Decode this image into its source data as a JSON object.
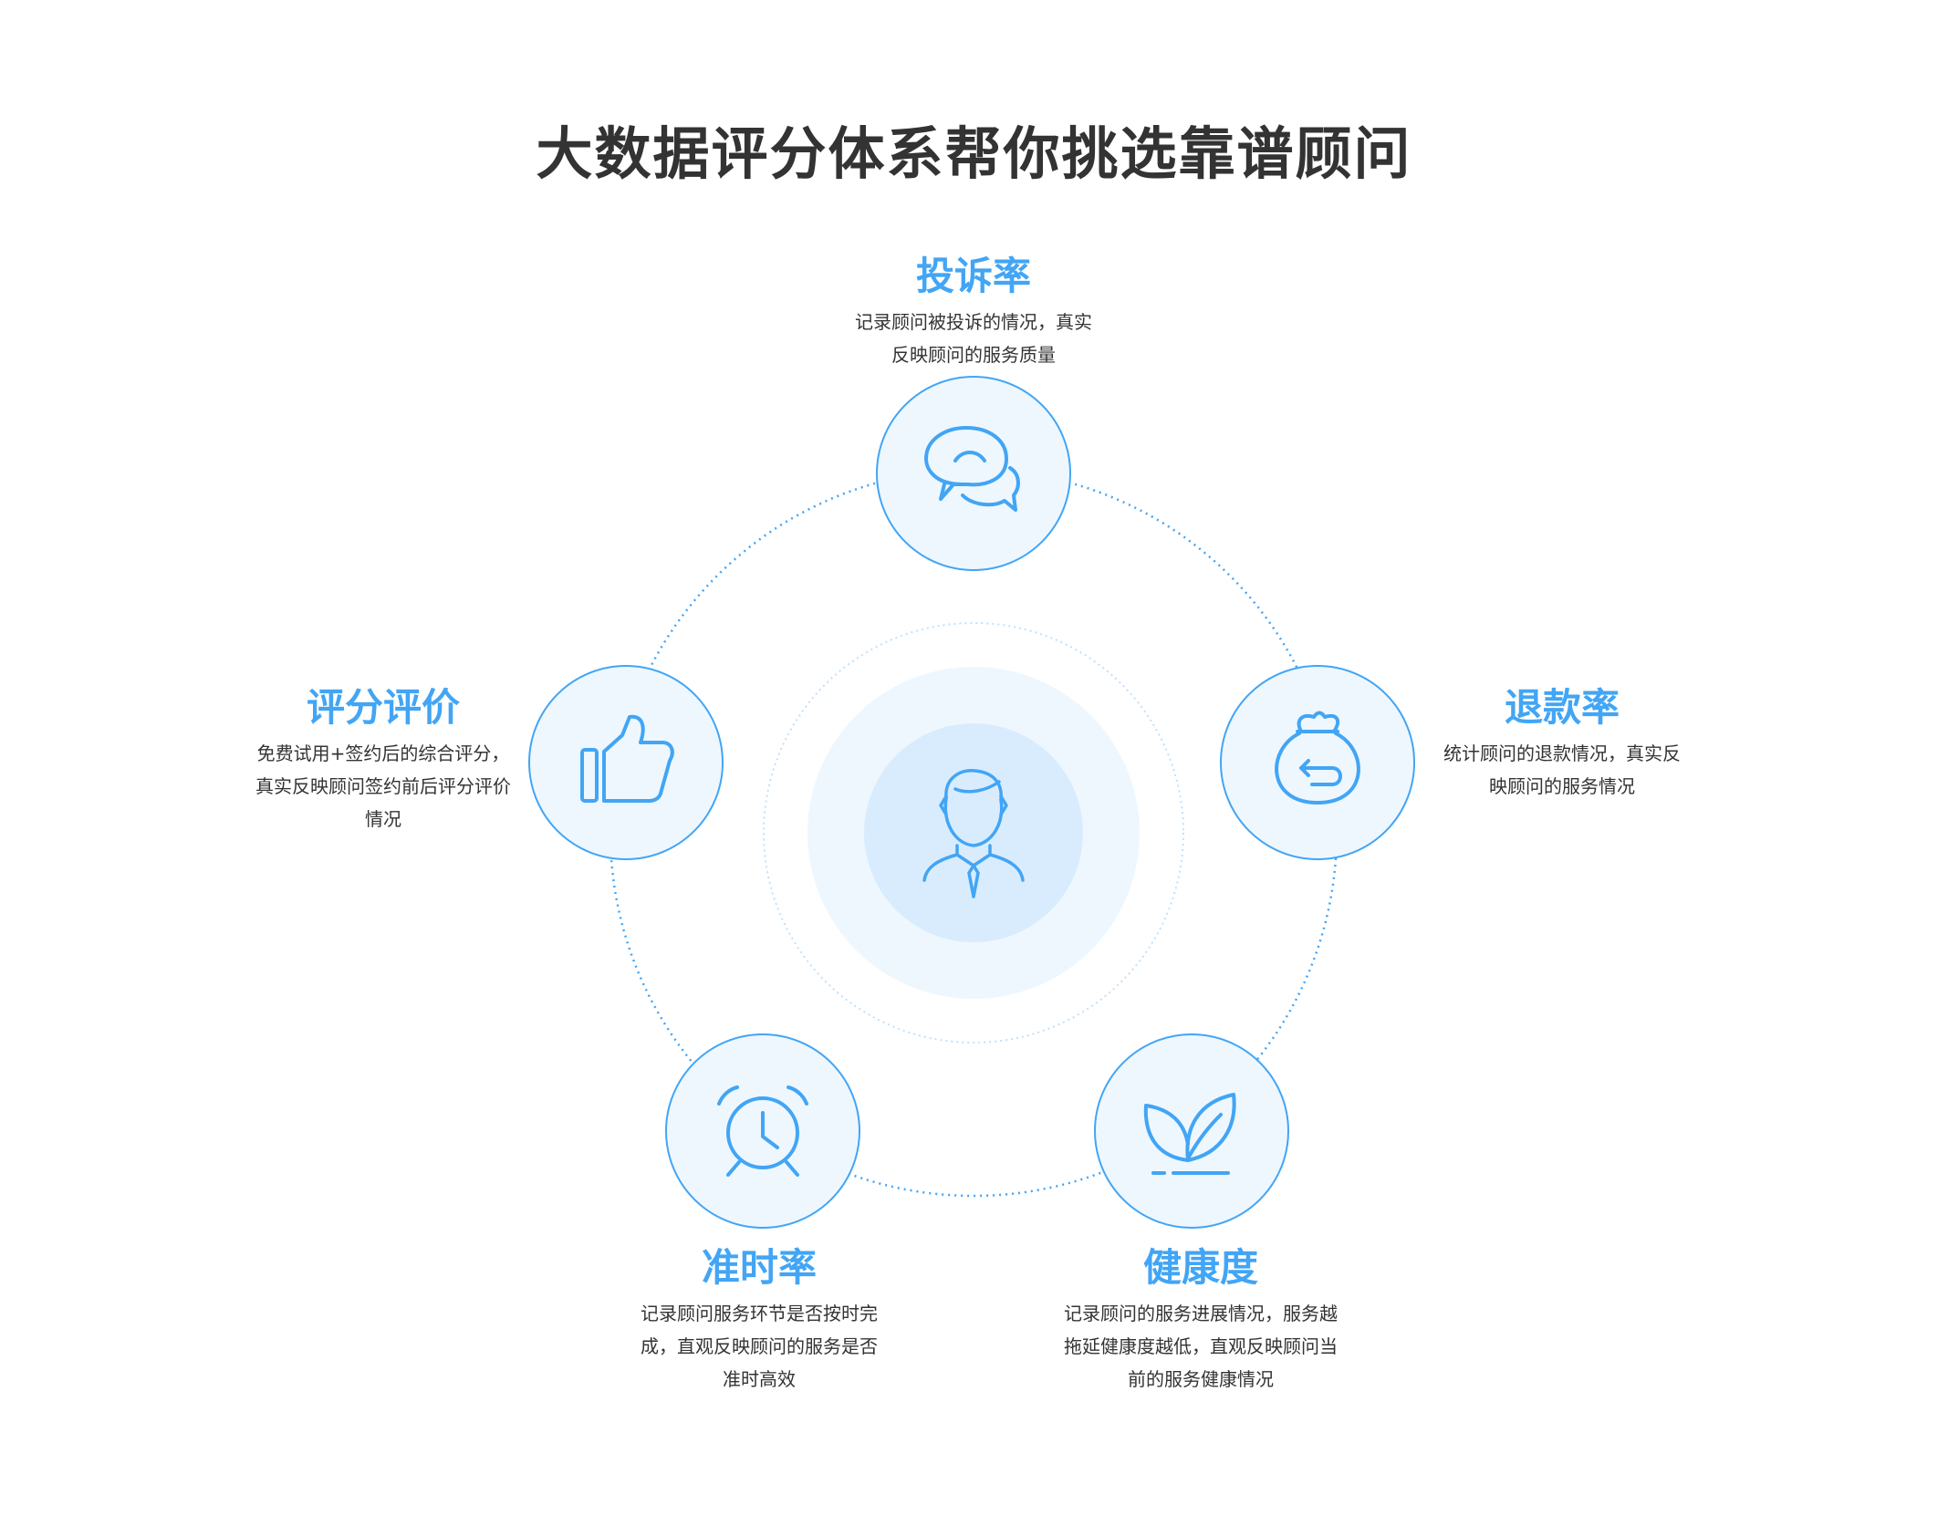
{
  "title": "大数据评分体系帮你挑选靠谱顾问",
  "colors": {
    "accent": "#42a5f5",
    "circle_fill": "#eef7fe",
    "center_inner": "#d9ecfd",
    "text": "#333333"
  },
  "center": {
    "icon": "advisor-icon"
  },
  "nodes": [
    {
      "key": "complaint",
      "icon": "chat-bubbles-icon",
      "heading": "投诉率",
      "desc": [
        "记录顾问被投诉的情况，真实",
        "反映顾问的服务质量"
      ]
    },
    {
      "key": "refund",
      "icon": "money-bag-return-icon",
      "heading": "退款率",
      "desc": [
        "统计顾问的退款情况，真实反",
        "映顾问的服务情况"
      ]
    },
    {
      "key": "health",
      "icon": "sprout-icon",
      "heading": "健康度",
      "desc": [
        "记录顾问的服务进展情况，服务越",
        "拖延健康度越低，直观反映顾问当",
        "前的服务健康情况"
      ]
    },
    {
      "key": "punctuality",
      "icon": "alarm-clock-icon",
      "heading": "准时率",
      "desc": [
        "记录顾问服务环节是否按时完",
        "成，直观反映顾问的服务是否",
        "准时高效"
      ]
    },
    {
      "key": "rating",
      "icon": "thumbs-up-icon",
      "heading": "评分评价",
      "desc": [
        "免费试用+签约后的综合评分，",
        "真实反映顾问签约前后评分评价",
        "情况"
      ]
    }
  ]
}
